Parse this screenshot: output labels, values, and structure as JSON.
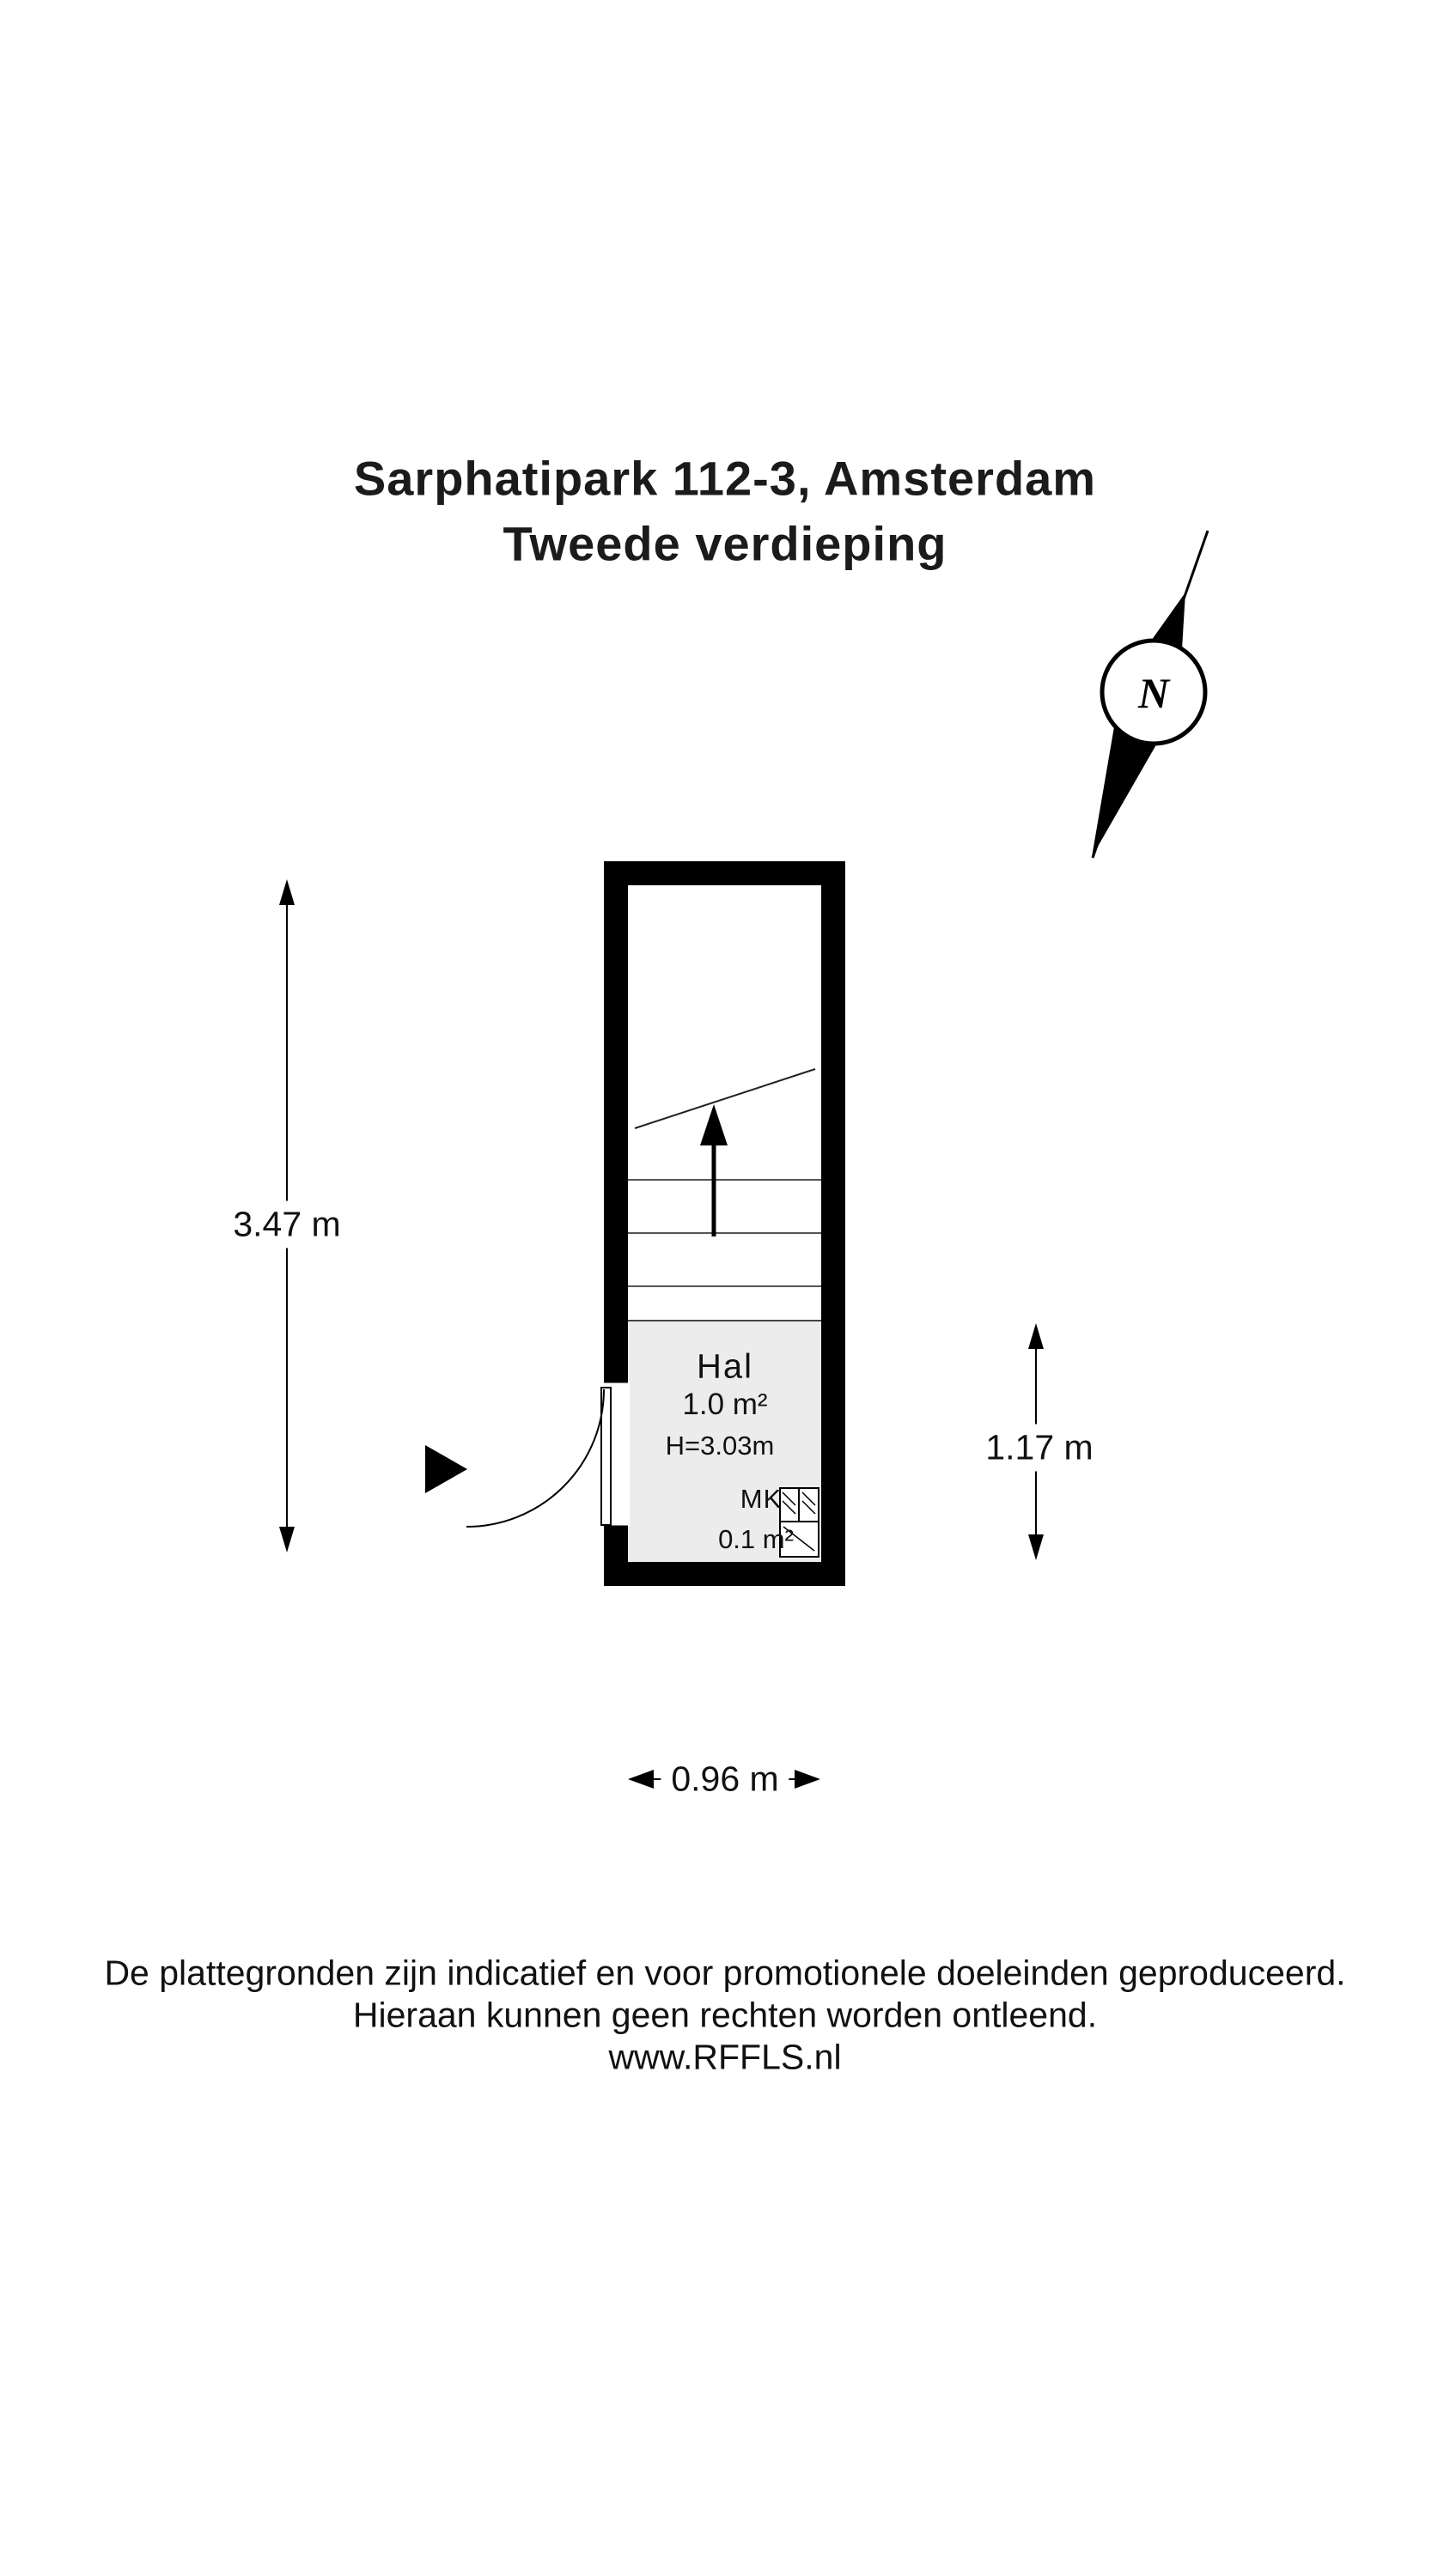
{
  "title": {
    "line1": "Sarphatipark 112-3, Amsterdam",
    "line2": "Tweede verdieping"
  },
  "compass": {
    "north_label": "N"
  },
  "plan": {
    "hal": {
      "name": "Hal",
      "area": "1.0 m²",
      "ceiling_height": "H=3.03m"
    },
    "mk": {
      "name": "MK",
      "area": "0.1 m²"
    }
  },
  "dimensions": {
    "height_total": "3.47 m",
    "hal_height": "1.17 m",
    "width": "0.96 m"
  },
  "footer": {
    "line1": "De plattegronden zijn indicatief en voor promotionele doeleinden geproduceerd.",
    "line2": "Hieraan kunnen geen rechten worden ontleend.",
    "line3": "www.RFFLS.nl"
  },
  "colors": {
    "wall": "#000000",
    "floor": "#ececec",
    "text": "#111111"
  }
}
